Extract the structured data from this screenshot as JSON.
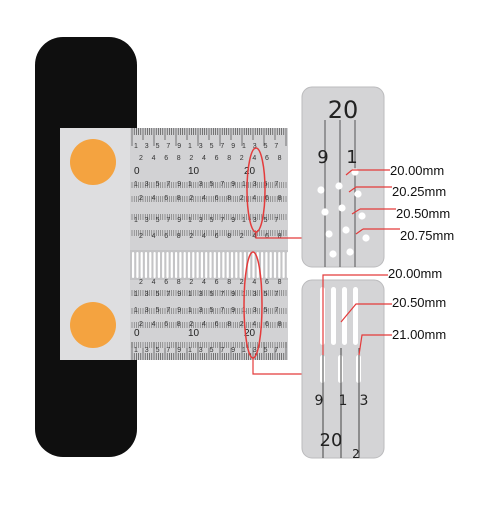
{
  "product": {
    "handle_color": "#0f0f0f",
    "steel_color": "#d2d2d4",
    "dot_color": "#f4a340",
    "callout_color": "#e43b3b"
  },
  "ruler": {
    "row_numbers": [
      "1",
      "3",
      "5",
      "7",
      "9",
      "1",
      "3",
      "5",
      "7",
      "9",
      "1",
      "3",
      "5",
      "7"
    ],
    "row_numbers_b": [
      "2",
      "4",
      "6",
      "8",
      "2",
      "4",
      "6",
      "8",
      "2",
      "4",
      "6",
      "8"
    ],
    "major_labels": [
      "0",
      "10",
      "20"
    ]
  },
  "top_zoom": {
    "header": "20",
    "scale_labels": [
      "9",
      "1"
    ],
    "callouts": [
      "20.00mm",
      "20.25mm",
      "20.50mm",
      "20.75mm"
    ]
  },
  "bottom_zoom": {
    "scale_labels": [
      "9",
      "1",
      "3"
    ],
    "footer": "20",
    "footer_partial": "2",
    "callouts": [
      "20.00mm",
      "20.50mm",
      "21.00mm"
    ]
  }
}
